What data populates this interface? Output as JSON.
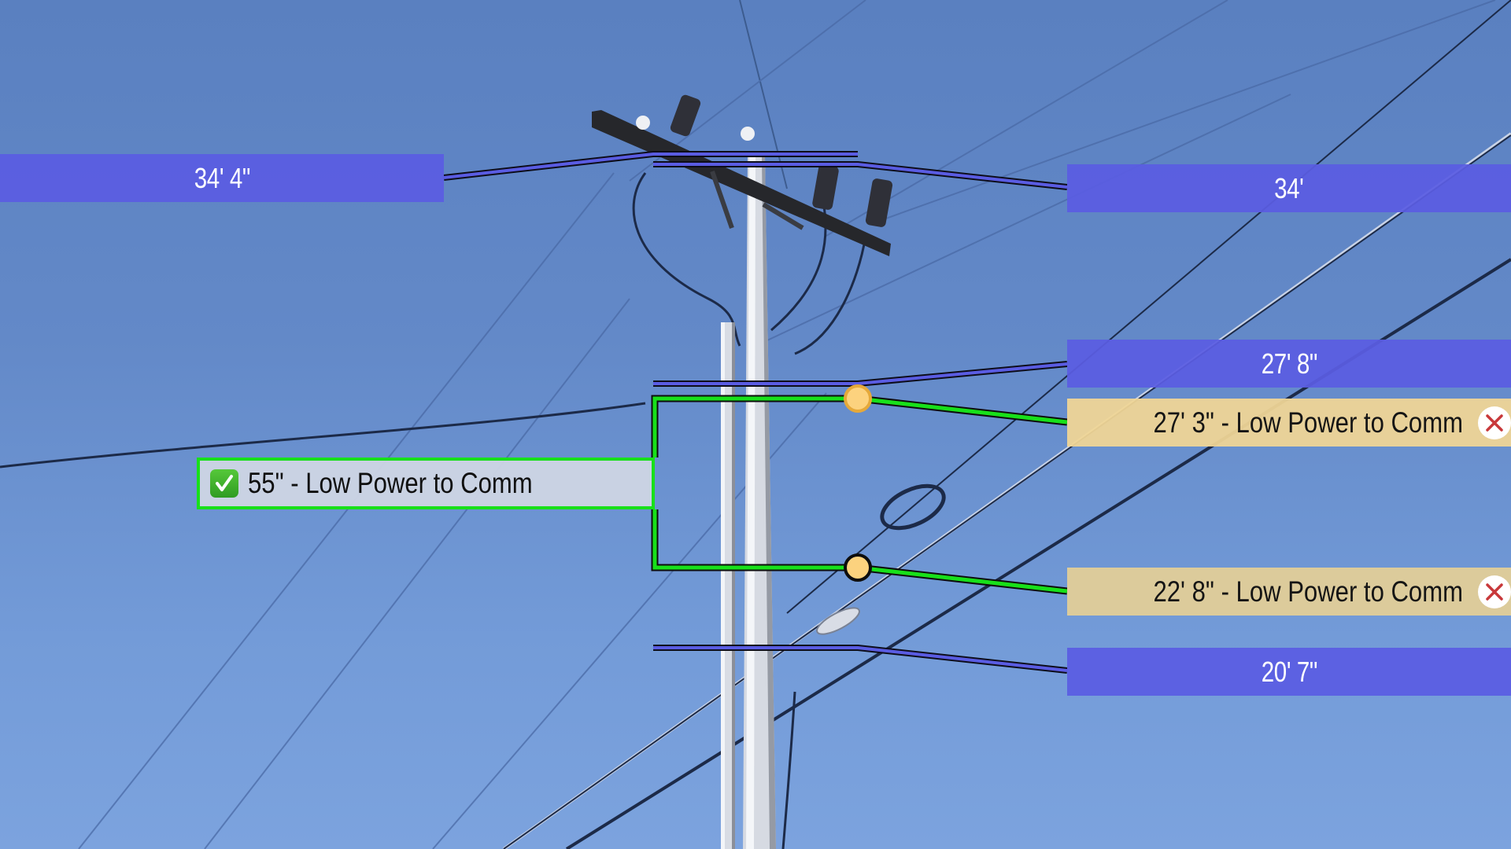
{
  "scene": {
    "description": "Utility pole clearance measurement overlay",
    "sky_colors": {
      "top": "#5a80c0",
      "bottom": "#7ca3de"
    }
  },
  "height_markers": [
    {
      "id": "left-top",
      "label": "34' 4\""
    },
    {
      "id": "right-top",
      "label": "34'"
    },
    {
      "id": "right-mid",
      "label": "27' 8\""
    },
    {
      "id": "right-bottom",
      "label": "20' 7\""
    }
  ],
  "violations": [
    {
      "label": "27' 3\" - Low Power to Comm",
      "status": "fail",
      "icon": "x-circle-icon"
    },
    {
      "label": "22' 8\" - Low Power to Comm",
      "status": "fail",
      "icon": "x-circle-icon"
    }
  ],
  "clearance": {
    "label": "55\" - Low Power to Comm",
    "status": "pass",
    "icon": "check-box-icon"
  },
  "colors": {
    "height_marker": "#5a5ce2",
    "violation_fill": "#f0d696",
    "pass_border": "#18e01a",
    "measure_point_fill": "#fcd27e",
    "fail_x": "#c8383a"
  }
}
